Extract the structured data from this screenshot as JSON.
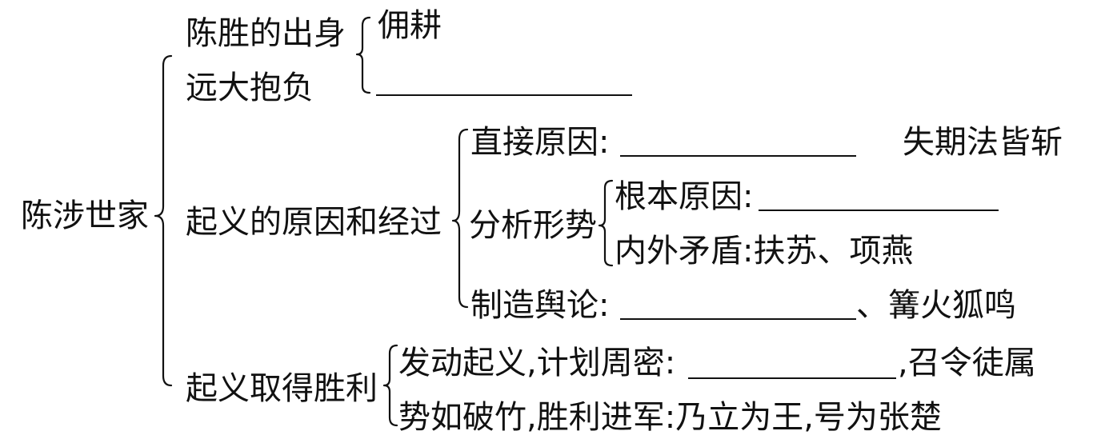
{
  "root": "陈涉世家",
  "section1": {
    "origin": "陈胜的出身",
    "origin_detail": "佣耕",
    "ambition": "远大抱负"
  },
  "section2": {
    "title": "起义的原因和经过",
    "direct_cause": "直接原因:",
    "direct_cause_note": "失期法皆斩",
    "analysis": "分析形势",
    "root_cause": "根本原因:",
    "conflicts": "内外矛盾:扶苏、项燕",
    "opinion": "制造舆论:",
    "opinion_tail": "、篝火狐鸣"
  },
  "section3": {
    "title": "起义取得胜利",
    "launch": "发动起义,计划周密:",
    "launch_tail": ",召令徒属",
    "advance": "势如破竹,胜利进军:乃立为王,号为张楚"
  }
}
